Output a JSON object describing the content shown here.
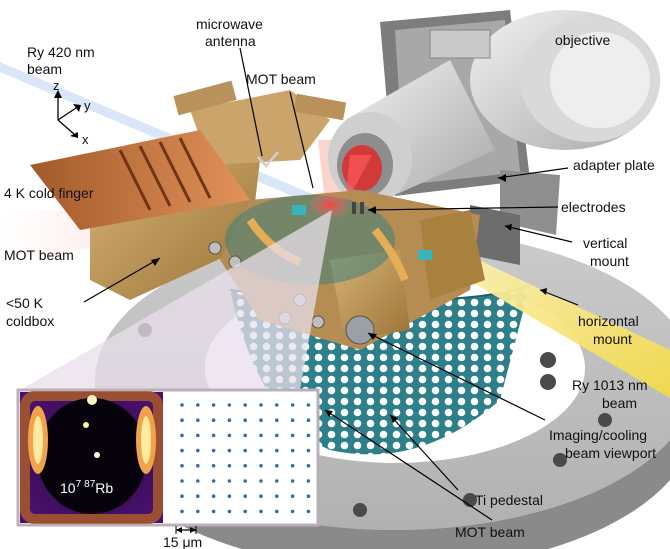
{
  "labels": {
    "ry420": [
      "Ry 420 nm",
      "beam"
    ],
    "microwave": [
      "microwave",
      "antenna"
    ],
    "mot_top": "MOT beam",
    "objective": "objective",
    "adapter_plate": "adapter plate",
    "cold_finger": "4 K cold finger",
    "electrodes": "electrodes",
    "mot_left": "MOT beam",
    "vertical_mount": [
      "vertical",
      "mount"
    ],
    "coldbox": [
      "<50 K",
      "coldbox"
    ],
    "horizontal_mount": [
      "horizontal",
      "mount"
    ],
    "ry1013": [
      "Ry 1013 nm",
      "beam"
    ],
    "imaging": [
      "Imaging/cooling",
      "beam viewport"
    ],
    "ti_pedestal": "Ti pedestal",
    "mot_bottom": "MOT beam"
  },
  "axes": {
    "z": "z",
    "y": "y",
    "x": "x"
  },
  "inset": {
    "atoms_base": "10",
    "atoms_exp1": "7",
    "atoms_exp2": "87",
    "atoms_elem": "Rb",
    "scale_label": "15 μm",
    "array_rows": 8,
    "array_cols": 9
  },
  "colors": {
    "copper": "#c8873d",
    "gold": "#c6a066",
    "steel": "#8e8e8e",
    "teal": "#2e8f9a",
    "ry1013_beam": "#f2e27a",
    "mot_beam": "#f06a5a"
  }
}
